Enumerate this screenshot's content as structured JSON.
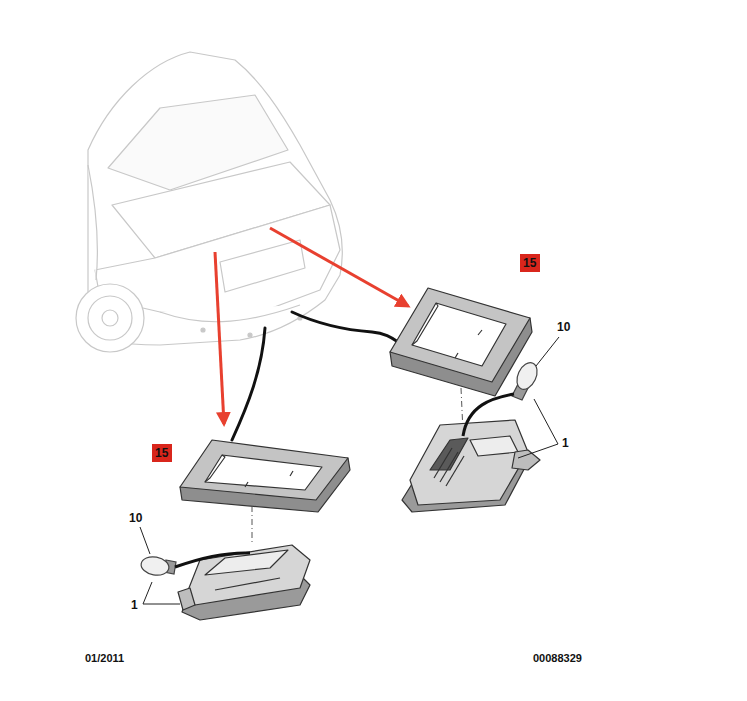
{
  "diagram": {
    "nodes": [
      {
        "text": [
          "15"
        ]
      },
      {
        "text": [
          "15"
        ]
      }
    ],
    "labels": [
      "10",
      "1",
      "10",
      "1",
      "01/2011",
      "00088329"
    ]
  }
}
